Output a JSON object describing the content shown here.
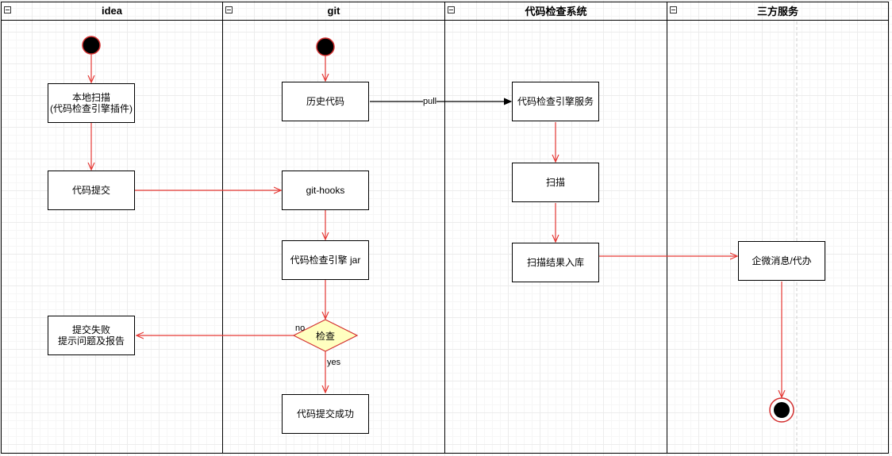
{
  "lanes": [
    {
      "title": "idea"
    },
    {
      "title": "git"
    },
    {
      "title": "代码检查系统"
    },
    {
      "title": "三方服务"
    }
  ],
  "nodes": {
    "local_scan": "本地扫描\n(代码检查引擎插件)",
    "code_commit": "代码提交",
    "commit_fail": "提交失败\n提示问题及报告",
    "history_code": "历史代码",
    "git_hooks": "git-hooks",
    "engine_jar": "代码检查引擎 jar",
    "check": "检查",
    "commit_success": "代码提交成功",
    "engine_service": "代码检查引擎服务",
    "scan": "扫描",
    "scan_store": "扫描结果入库",
    "wecom_msg": "企微消息/代办"
  },
  "edge_labels": {
    "pull": "pull",
    "no": "no",
    "yes": "yes"
  },
  "colors": {
    "flow_line": "#e53935",
    "pull_line": "#000000",
    "decision_fill": "#ffffc0",
    "decision_border": "#d32f2f",
    "start_end_border": "#d32f2f"
  }
}
